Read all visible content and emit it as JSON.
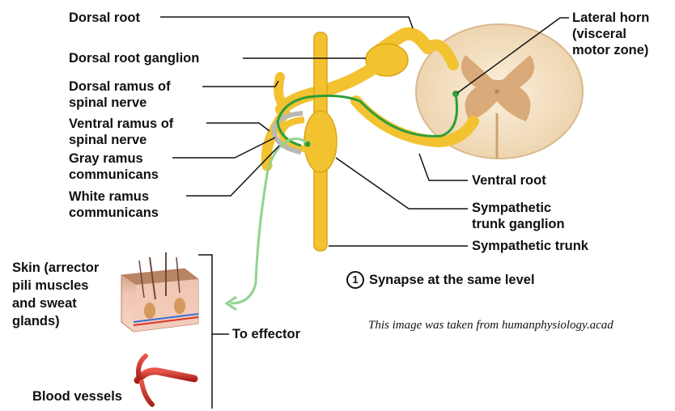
{
  "labels": {
    "dorsal_root": "Dorsal root",
    "dorsal_root_ganglion": "Dorsal root ganglion",
    "dorsal_ramus": [
      "Dorsal ramus of",
      "spinal nerve"
    ],
    "ventral_ramus": [
      "Ventral ramus of",
      "spinal nerve"
    ],
    "gray_ramus": [
      "Gray ramus",
      "communicans"
    ],
    "white_ramus": [
      "White ramus",
      "communicans"
    ],
    "lateral_horn": [
      "Lateral horn",
      "(visceral",
      "motor zone)"
    ],
    "ventral_root": "Ventral root",
    "sympathetic_trunk_ganglion": [
      "Sympathetic",
      "trunk ganglion"
    ],
    "sympathetic_trunk": "Sympathetic trunk",
    "synapse_number": "1",
    "synapse": "Synapse at the same level",
    "skin": [
      "Skin (arrector",
      "pili muscles",
      "and sweat",
      "glands)"
    ],
    "to_effector": "To effector",
    "blood_vessels": "Blood vessels"
  },
  "caption": "This image was taken from humanphysiology.acad",
  "colors": {
    "nerve": "#f2c230",
    "nerve_outline": "#d9a514",
    "preganglionic": "#2e9e3a",
    "postganglionic": "#8fd38f",
    "gray_matter": "#d8a876",
    "white_matter": "#f3e2c8",
    "vessel": "#d8362b",
    "leader_line": "#111111"
  },
  "icons": [
    "spinal-cord-cross-section",
    "skin-block",
    "blood-vessel"
  ]
}
